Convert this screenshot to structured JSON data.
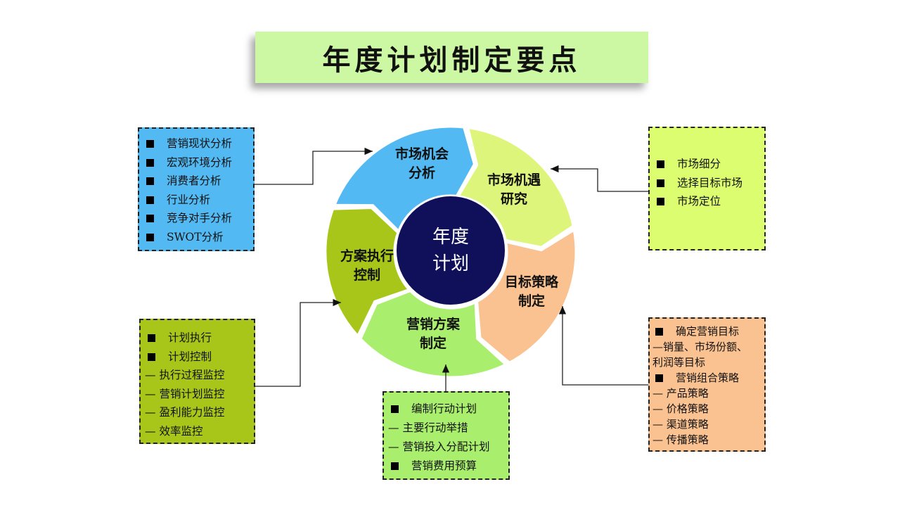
{
  "title": "年度计划制定要点",
  "center": {
    "line1": "年度",
    "line2": "计划"
  },
  "segments": [
    {
      "line1": "市场机会",
      "line2": "分析",
      "color": "#52b9f2"
    },
    {
      "line1": "市场机遇",
      "line2": "研究",
      "color": "#ddf57a"
    },
    {
      "line1": "目标策略",
      "line2": "制定",
      "color": "#fbc291"
    },
    {
      "line1": "营销方案",
      "line2": "制定",
      "color": "#a9ef6d"
    },
    {
      "line1": "方案执行",
      "line2": "控制",
      "color": "#a8c61a"
    }
  ],
  "boxes": {
    "analysis": {
      "color": "#52b9f2",
      "items": [
        "营销现状分析",
        "宏观环境分析",
        "消费者分析",
        "行业分析",
        "竞争对手分析",
        "SWOT分析"
      ]
    },
    "research": {
      "color": "#dcfd70",
      "items": [
        "市场细分",
        "选择目标市场",
        "市场定位"
      ]
    },
    "control": {
      "color": "#a8c61a",
      "bullets": [
        "计划执行",
        "计划控制"
      ],
      "dashes": [
        "执行过程监控",
        "营销计划监控",
        "盈利能力监控",
        "效率监控"
      ]
    },
    "program": {
      "color": "#a9ef6d",
      "b1": "编制行动计划",
      "d1": "主要行动举措",
      "d2": "营销投入分配计划",
      "b2": "营销费用预算"
    },
    "strategy": {
      "color": "#fbc291",
      "b1": "确定营销目标",
      "d1": "销量、市场份额、",
      "d1b": "利润等目标",
      "b2": "营销组合策略",
      "dashes": [
        "产品策略",
        "价格策略",
        "渠道策略",
        "传播策略"
      ]
    }
  }
}
